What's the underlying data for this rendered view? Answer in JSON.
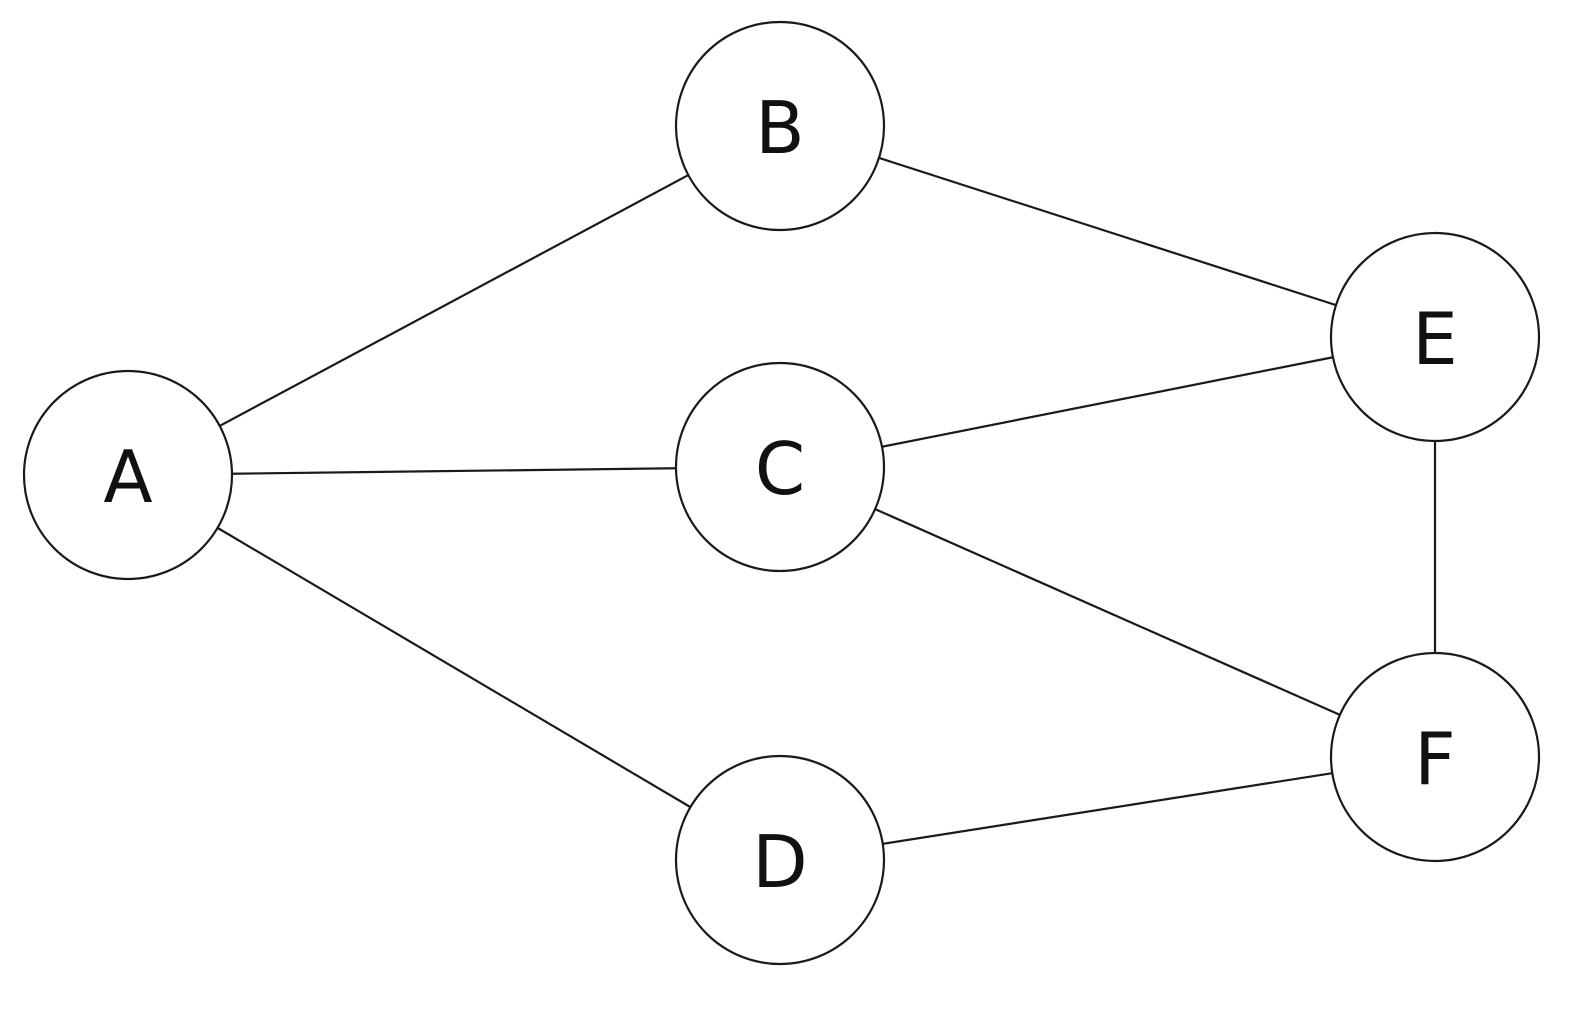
{
  "diagram": {
    "type": "undirected-graph",
    "nodes": [
      {
        "id": "A",
        "label": "A"
      },
      {
        "id": "B",
        "label": "B"
      },
      {
        "id": "C",
        "label": "C"
      },
      {
        "id": "D",
        "label": "D"
      },
      {
        "id": "E",
        "label": "E"
      },
      {
        "id": "F",
        "label": "F"
      }
    ],
    "edges": [
      {
        "from": "A",
        "to": "B"
      },
      {
        "from": "A",
        "to": "C"
      },
      {
        "from": "A",
        "to": "D"
      },
      {
        "from": "B",
        "to": "E"
      },
      {
        "from": "C",
        "to": "E"
      },
      {
        "from": "C",
        "to": "F"
      },
      {
        "from": "E",
        "to": "F"
      },
      {
        "from": "D",
        "to": "F"
      }
    ],
    "colors": {
      "stroke": "#1a1a1a",
      "node_fill": "#ffffff",
      "label": "#111111",
      "background": "#ffffff"
    }
  }
}
